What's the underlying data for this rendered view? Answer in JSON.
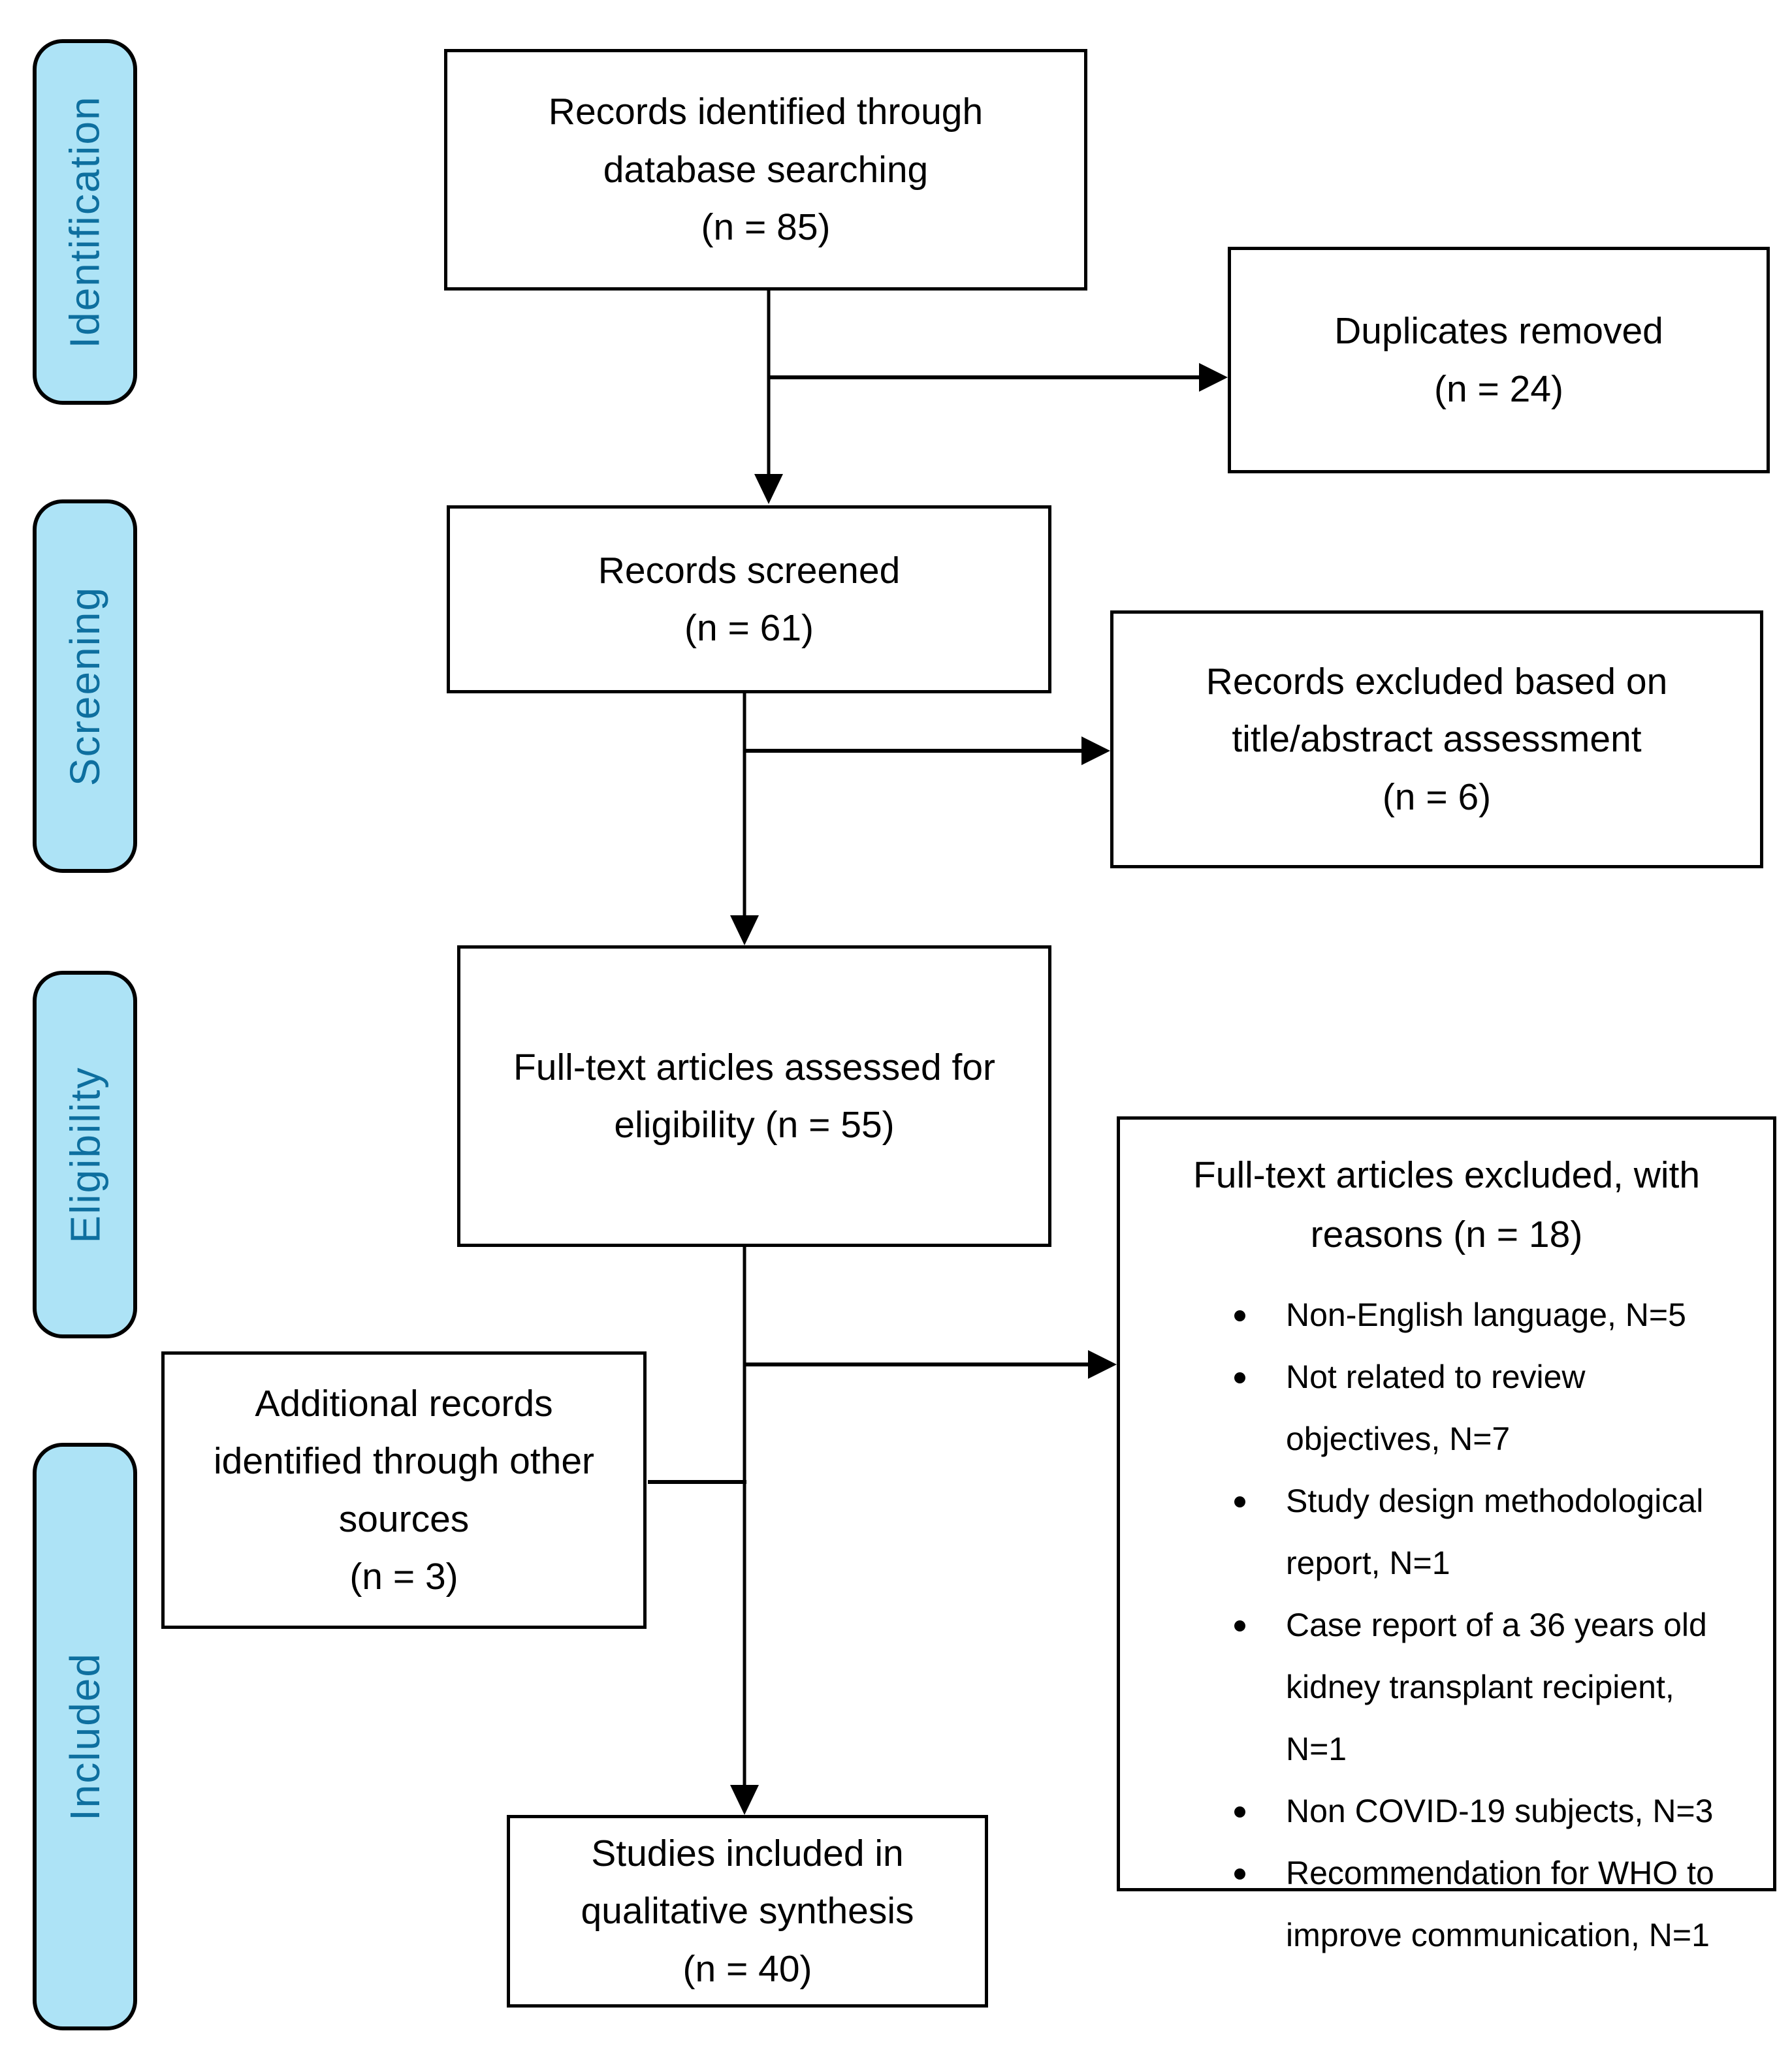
{
  "diagram": {
    "stages": [
      {
        "label": "Identification"
      },
      {
        "label": "Screening"
      },
      {
        "label": "Eligibility"
      },
      {
        "label": "Included"
      }
    ],
    "boxes": {
      "identified": "Records identified through\ndatabase searching\n(n = 85)",
      "duplicates_removed": "Duplicates removed\n(n = 24)",
      "screened": "Records screened\n(n = 61)",
      "excluded_title_abstract": "Records excluded based on\ntitle/abstract assessment\n(n = 6)",
      "fulltext_assessed": "Full-text articles assessed for\neligibility (n = 55)",
      "additional_records": "Additional records\nidentified through other\nsources\n(n = 3)",
      "included_qualitative": "Studies included in\nqualitative synthesis\n(n = 40)"
    },
    "excluded": {
      "header": "Full-text articles excluded, with\nreasons (n = 18)",
      "reasons": [
        "Non-English language, N=5",
        "Not related to review objectives, N=7",
        "Study design methodological report, N=1",
        "Case report of a 36 years old kidney transplant recipient, N=1",
        "Non COVID-19 subjects, N=3",
        "Recommendation for WHO to improve communication, N=1"
      ]
    },
    "colors": {
      "stage_fill": "#ADE3F6",
      "stage_text": "#0E6F9F",
      "line": "#000000",
      "box_bg": "#FFFFFF"
    }
  }
}
